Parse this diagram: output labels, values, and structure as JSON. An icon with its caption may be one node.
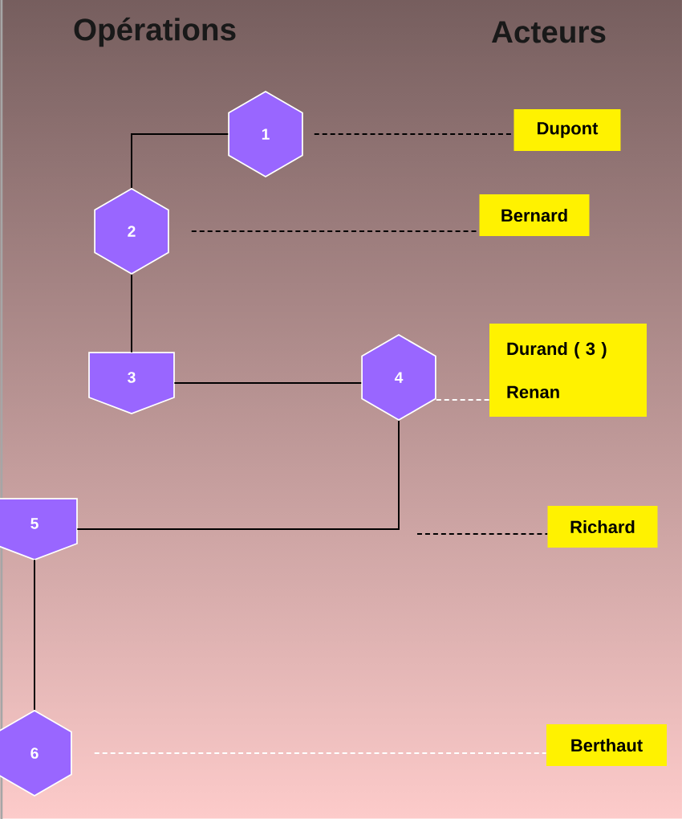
{
  "diagram": {
    "nodes": [
      {
        "text": [
          "1"
        ]
      },
      {
        "text": [
          "2"
        ]
      },
      {
        "text": [
          "3"
        ]
      },
      {
        "text": [
          "4"
        ]
      },
      {
        "text": [
          "5"
        ]
      },
      {
        "text": [
          "6"
        ]
      },
      {
        "text": [
          "Dupont"
        ]
      },
      {
        "text": [
          "Bernard"
        ]
      },
      {
        "text": [
          "Durand ( 3 )",
          "Renan"
        ]
      },
      {
        "text": [
          "Richard"
        ]
      },
      {
        "text": [
          "Berthaut"
        ]
      }
    ],
    "edges": [
      {
        "from": 0,
        "to": 1,
        "arrow": "none"
      },
      {
        "from": 1,
        "to": 2,
        "arrow": "none"
      },
      {
        "from": 2,
        "to": 3,
        "arrow": "none"
      },
      {
        "from": 3,
        "to": 4,
        "arrow": "none"
      },
      {
        "from": 4,
        "to": 5,
        "arrow": "none"
      },
      {
        "from": 0,
        "to": 6,
        "arrow": "none",
        "style": "dashed"
      },
      {
        "from": 1,
        "to": 7,
        "arrow": "none",
        "style": "dashed"
      },
      {
        "from": 3,
        "to": 8,
        "arrow": "none",
        "style": "dashed",
        "color": "#ffffff"
      },
      {
        "from": null,
        "to": 9,
        "arrow": "none",
        "style": "dashed"
      },
      {
        "from": 5,
        "to": 10,
        "arrow": "none",
        "style": "dashed",
        "color": "#ffffff"
      }
    ],
    "labels": [
      "Opérations",
      "Acteurs"
    ]
  }
}
